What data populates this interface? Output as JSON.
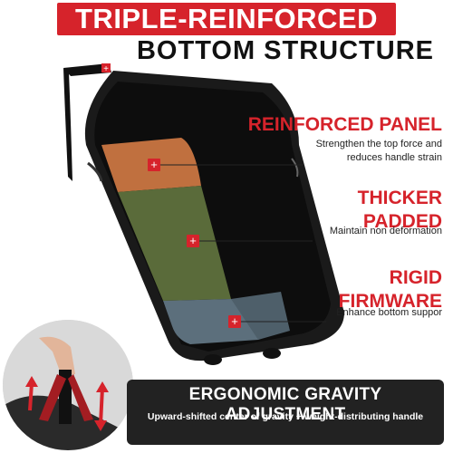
{
  "header": {
    "title": "TRIPLE-REINFORCED",
    "subtitle": "BOTTOM STRUCTURE"
  },
  "callouts": [
    {
      "title_lines": [
        "REINFORCED PANEL"
      ],
      "desc_lines": [
        "Strengthen the top force and",
        "reduces handle strain"
      ]
    },
    {
      "title_lines": [
        "THICKER",
        "PADDED"
      ],
      "desc_lines": [
        "Maintain non deformation"
      ]
    },
    {
      "title_lines": [
        "RIGID",
        "FIRMWARE"
      ],
      "desc_lines": [
        "Enhance bottom suppor"
      ]
    }
  ],
  "footer": {
    "title": "ERGONOMIC GRAVITY ADJUSTMENT",
    "desc": "Upward-shifted center of gravity + weight-distributing handle"
  },
  "colors": {
    "accent": "#d6232b",
    "bag": "#1a1a1a",
    "layer_top": "#c0703f",
    "layer_mid": "#5a6b3a",
    "layer_bottom": "#5c6f7c"
  }
}
